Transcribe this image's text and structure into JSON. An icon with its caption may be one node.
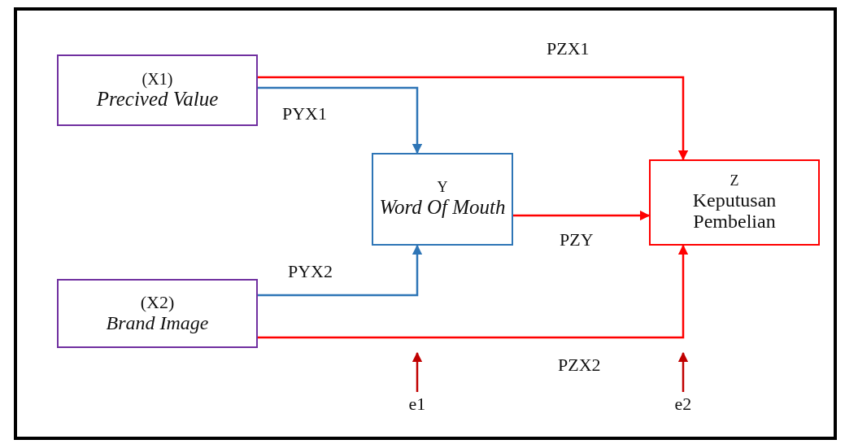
{
  "diagram": {
    "nodes": [
      {
        "text": [
          "(X1)",
          "Precived Value"
        ]
      },
      {
        "text": [
          "(X2)",
          "Brand Image"
        ]
      },
      {
        "text": [
          "Y",
          "Word Of Mouth"
        ]
      },
      {
        "text": [
          "Z",
          "Keputusan Pembelian"
        ]
      },
      {
        "text": [
          "e1"
        ]
      },
      {
        "text": [
          "e2"
        ]
      }
    ],
    "edges": [
      {
        "from": 0,
        "to": 3,
        "arrow": "to",
        "label": "PZX1"
      },
      {
        "from": 0,
        "to": 2,
        "arrow": "to",
        "label": "PYX1",
        "color": "#2e75b6"
      },
      {
        "from": 2,
        "to": 3,
        "arrow": "to",
        "label": "PZY"
      },
      {
        "from": 1,
        "to": 2,
        "arrow": "to",
        "label": "PYX2",
        "color": "#2e75b6"
      },
      {
        "from": 1,
        "to": 3,
        "arrow": "to",
        "label": "PZX2"
      },
      {
        "from": 4,
        "to": null,
        "arrow": "to",
        "color": "#c00000"
      },
      {
        "from": 5,
        "to": null,
        "arrow": "to",
        "color": "#c00000"
      }
    ]
  }
}
